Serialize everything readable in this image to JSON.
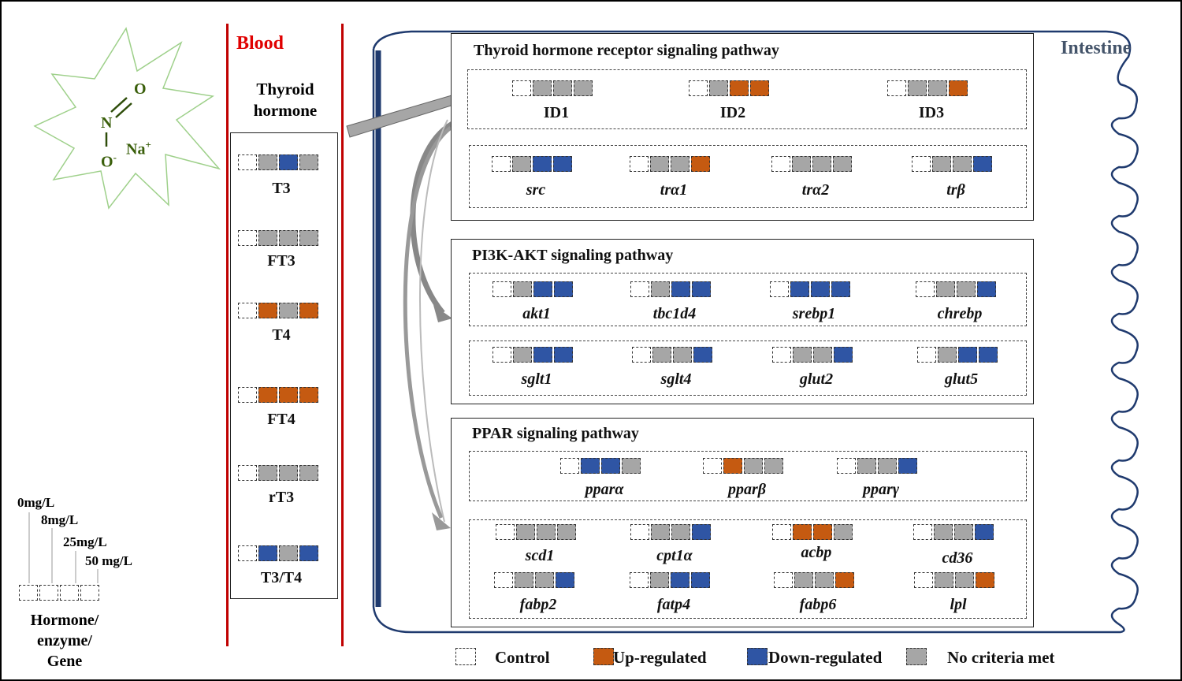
{
  "compound": {
    "atom_o_top": "O",
    "atom_n": "N",
    "atom_o_bottom": "O",
    "charge_minus": "-",
    "sodium": "Na",
    "charge_plus": "+"
  },
  "key": {
    "labels": [
      "0mg/L",
      "8mg/L",
      "25mg/L",
      "50 mg/L"
    ],
    "caption": [
      "Hormone/",
      "enzyme/",
      "Gene"
    ]
  },
  "blood": {
    "title": "Blood",
    "subtitle_line1": "Thyroid",
    "subtitle_line2": "hormone",
    "items": [
      {
        "label": "T3",
        "states": [
          "c",
          "n",
          "d",
          "n"
        ]
      },
      {
        "label": "FT3",
        "states": [
          "c",
          "n",
          "n",
          "n"
        ]
      },
      {
        "label": "T4",
        "states": [
          "c",
          "u",
          "n",
          "u"
        ]
      },
      {
        "label": "FT4",
        "states": [
          "c",
          "u",
          "u",
          "u"
        ]
      },
      {
        "label": "rT3",
        "states": [
          "c",
          "n",
          "n",
          "n"
        ]
      },
      {
        "label": "T3/T4",
        "states": [
          "c",
          "d",
          "n",
          "d"
        ]
      }
    ]
  },
  "intestine": {
    "title": "Intestine"
  },
  "pathways": {
    "thyroid": {
      "title": "Thyroid hormone receptor signaling pathway",
      "row1": [
        {
          "label": "ID1",
          "italic": false,
          "states": [
            "c",
            "n",
            "n",
            "n"
          ]
        },
        {
          "label": "ID2",
          "italic": false,
          "states": [
            "c",
            "n",
            "u",
            "u"
          ]
        },
        {
          "label": "ID3",
          "italic": false,
          "states": [
            "c",
            "n",
            "n",
            "u"
          ]
        }
      ],
      "row2": [
        {
          "label": "src",
          "italic": true,
          "states": [
            "c",
            "n",
            "d",
            "d"
          ]
        },
        {
          "label": "trα1",
          "italic": true,
          "states": [
            "c",
            "n",
            "n",
            "u"
          ]
        },
        {
          "label": "trα2",
          "italic": true,
          "states": [
            "c",
            "n",
            "n",
            "n"
          ]
        },
        {
          "label": "trβ",
          "italic": true,
          "states": [
            "c",
            "n",
            "n",
            "d"
          ]
        }
      ]
    },
    "pi3k": {
      "title": "PI3K-AKT signaling pathway",
      "row1": [
        {
          "label": "akt1",
          "italic": true,
          "states": [
            "c",
            "n",
            "d",
            "d"
          ]
        },
        {
          "label": "tbc1d4",
          "italic": true,
          "states": [
            "c",
            "n",
            "d",
            "d"
          ]
        },
        {
          "label": "srebp1",
          "italic": true,
          "states": [
            "c",
            "d",
            "d",
            "d"
          ]
        },
        {
          "label": "chrebp",
          "italic": true,
          "states": [
            "c",
            "n",
            "n",
            "d"
          ]
        }
      ],
      "row2": [
        {
          "label": "sglt1",
          "italic": true,
          "states": [
            "c",
            "n",
            "d",
            "d"
          ]
        },
        {
          "label": "sglt4",
          "italic": true,
          "states": [
            "c",
            "n",
            "n",
            "d"
          ]
        },
        {
          "label": "glut2",
          "italic": true,
          "states": [
            "c",
            "n",
            "n",
            "d"
          ]
        },
        {
          "label": "glut5",
          "italic": true,
          "states": [
            "c",
            "n",
            "d",
            "d"
          ]
        }
      ]
    },
    "ppar": {
      "title": "PPAR signaling pathway",
      "row1": [
        {
          "label": "pparα",
          "italic": true,
          "states": [
            "c",
            "d",
            "d",
            "n"
          ]
        },
        {
          "label": "pparβ",
          "italic": true,
          "states": [
            "c",
            "u",
            "n",
            "n"
          ]
        },
        {
          "label": "pparγ",
          "italic": true,
          "states": [
            "c",
            "n",
            "n",
            "d"
          ]
        }
      ],
      "row2": [
        {
          "label": "scd1",
          "italic": true,
          "states": [
            "c",
            "n",
            "n",
            "n"
          ]
        },
        {
          "label": "cpt1α",
          "italic": true,
          "states": [
            "c",
            "n",
            "n",
            "d"
          ]
        },
        {
          "label": "acbp",
          "italic": true,
          "states": [
            "c",
            "u",
            "u",
            "n"
          ]
        },
        {
          "label": "cd36",
          "italic": true,
          "states": [
            "c",
            "n",
            "n",
            "d"
          ]
        }
      ],
      "row3": [
        {
          "label": "fabp2",
          "italic": true,
          "states": [
            "c",
            "n",
            "n",
            "d"
          ]
        },
        {
          "label": "fatp4",
          "italic": true,
          "states": [
            "c",
            "n",
            "d",
            "d"
          ]
        },
        {
          "label": "fabp6",
          "italic": true,
          "states": [
            "c",
            "n",
            "n",
            "u"
          ]
        },
        {
          "label": "lpl",
          "italic": true,
          "states": [
            "c",
            "n",
            "n",
            "u"
          ]
        }
      ]
    }
  },
  "legend": [
    {
      "state": "c",
      "label": "Control"
    },
    {
      "state": "u",
      "label": "Up-regulated"
    },
    {
      "state": "d",
      "label": "Down-regulated"
    },
    {
      "state": "n",
      "label": "No criteria met"
    }
  ],
  "colors": {
    "control": "#ffffff",
    "up": "#c55a11",
    "down": "#2f55a4",
    "none": "#a6a6a6",
    "blood_red": "#e00000",
    "intestine_blue": "#1f3a6e",
    "molecule_green": "#3a5f0b"
  }
}
